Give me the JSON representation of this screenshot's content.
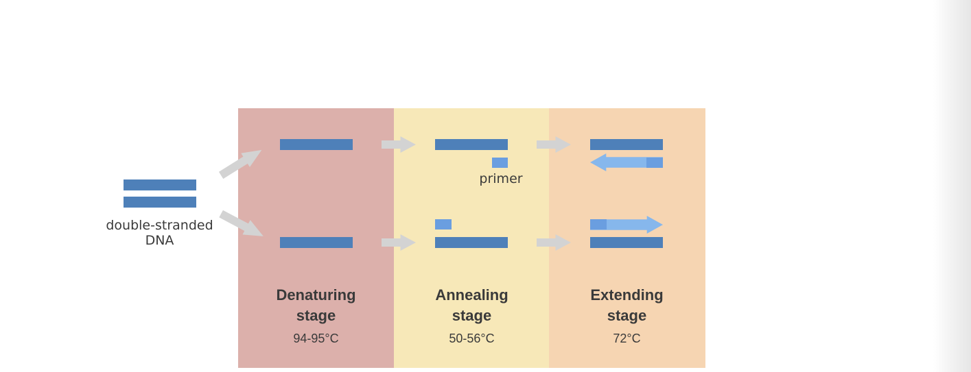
{
  "colors": {
    "denaturing_bg": "#dcb0ab",
    "annealing_bg": "#f7e8b8",
    "extending_bg": "#f6d5b2",
    "strand": "#4e80b9",
    "primer": "#6a9ee0",
    "new_strand": "#86b7ec",
    "arrow": "#d3d3d3"
  },
  "labels": {
    "double_stranded_dna": "double-stranded DNA",
    "primer": "primer"
  },
  "stages": [
    {
      "name": "Denaturing stage",
      "temperature": "94-95°C"
    },
    {
      "name": "Annealing stage",
      "temperature": "50-56°C"
    },
    {
      "name": "Extending stage",
      "temperature": "72°C"
    }
  ],
  "icons": [
    "flow-arrow-icon",
    "extension-arrow-icon"
  ]
}
